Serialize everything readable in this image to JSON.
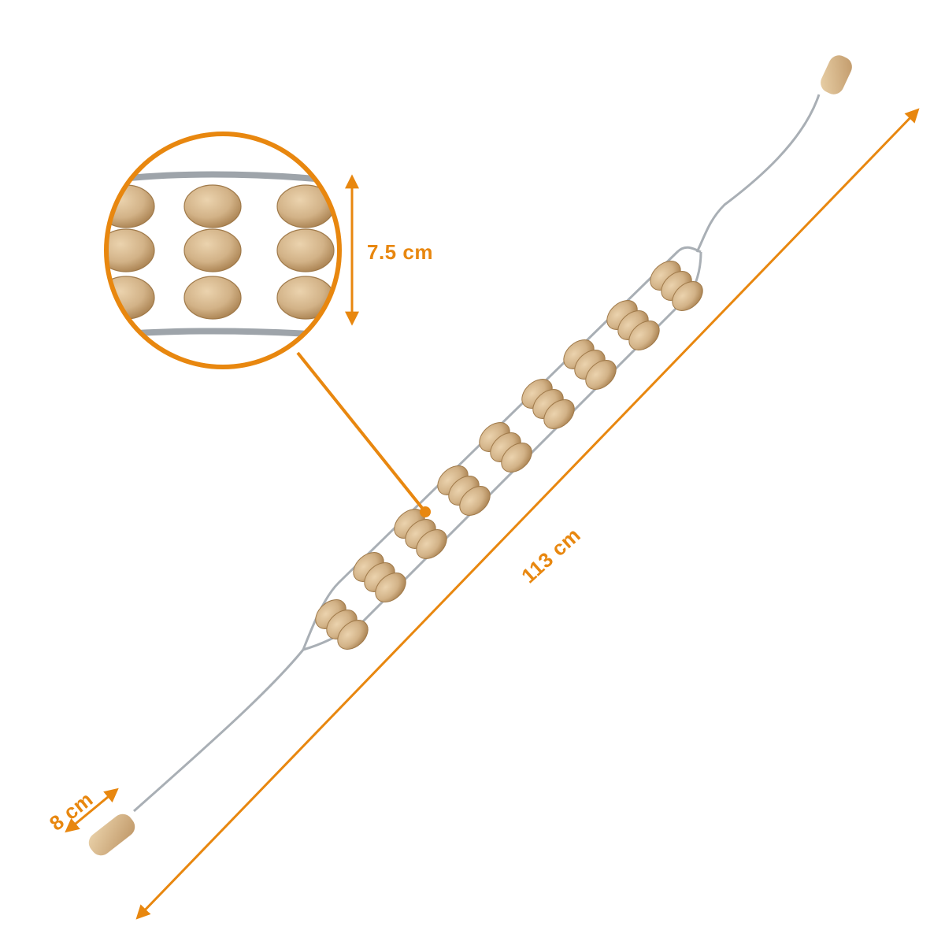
{
  "image": {
    "subject": "wooden-roller-back-massager",
    "accent_color": "#E8870F",
    "wood_color": "#D7B98E",
    "wood_shade": "#B88F5F",
    "cord_color": "#A9AFB5",
    "background": "#FFFFFF"
  },
  "dimensions": {
    "length": "113 cm",
    "roller_height": "7.5 cm",
    "handle_length": "8 cm"
  },
  "icons": [
    "double-arrow-icon",
    "magnifier-callout-icon"
  ]
}
